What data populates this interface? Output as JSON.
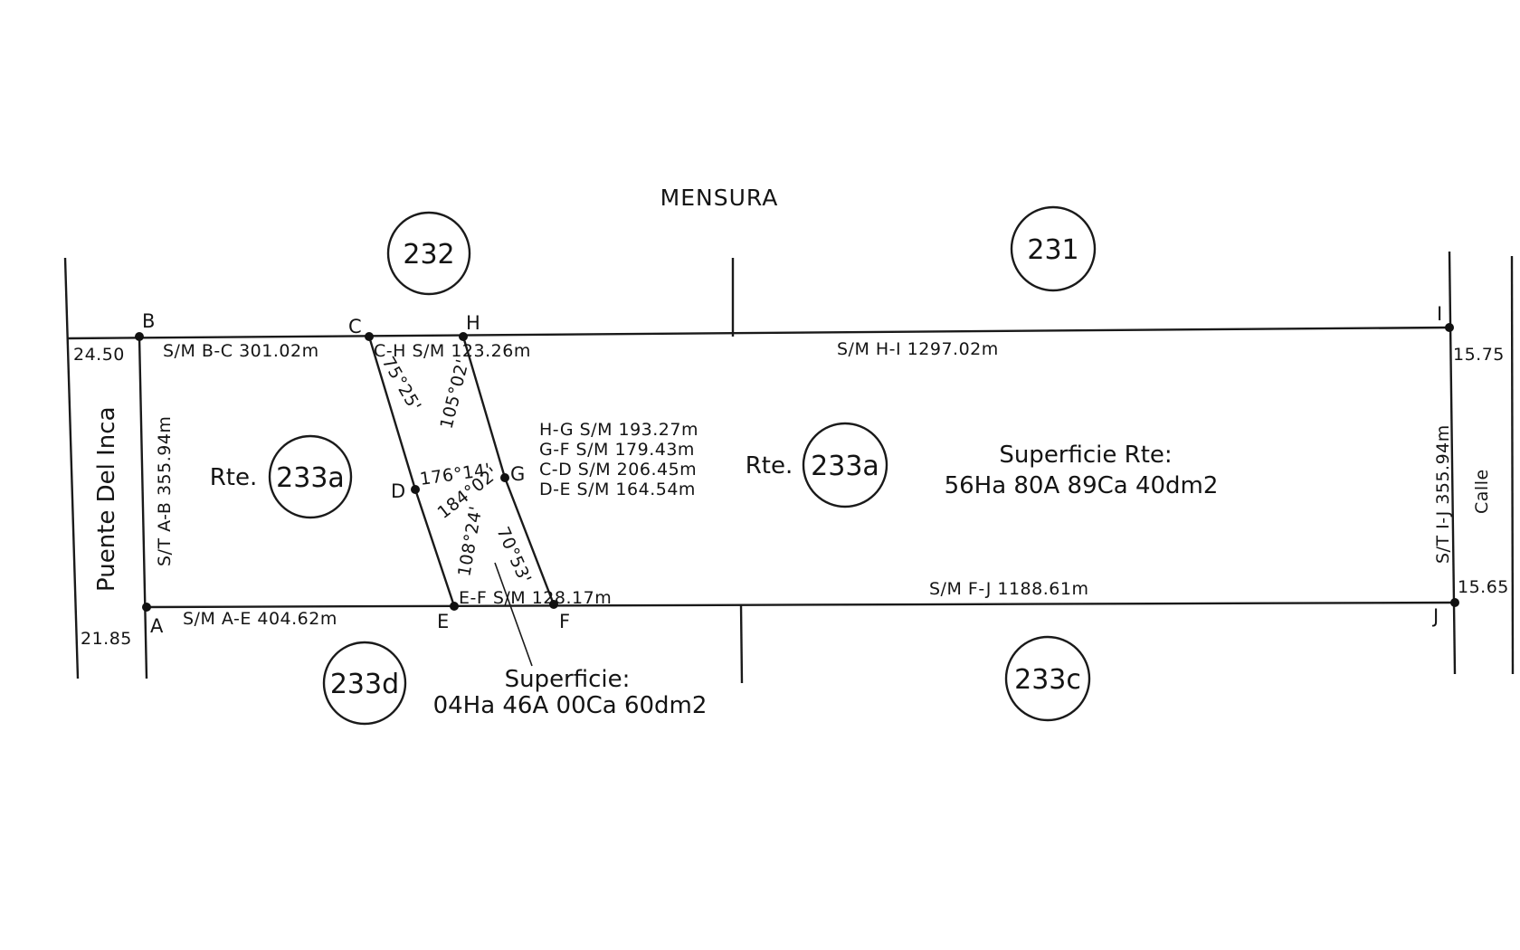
{
  "title": "MENSURA",
  "lots": {
    "n232": "232",
    "n231": "231",
    "rte_left_prefix": "Rte.",
    "rte_left": "233a",
    "rte_right_prefix": "Rte.",
    "rte_right": "233a",
    "n233d": "233d",
    "n233c": "233c"
  },
  "points": {
    "A": "A",
    "B": "B",
    "C": "C",
    "D": "D",
    "E": "E",
    "F": "F",
    "G": "G",
    "H": "H",
    "I": "I",
    "J": "J"
  },
  "measures": {
    "bc": "S/M B-C 301.02m",
    "ch": "C-H S/M 123.26m",
    "hi": "S/M H-I 1297.02m",
    "ab": "S/T A-B 355.94m",
    "ij": "S/T I-J 355.94m",
    "ae": "S/M A-E 404.62m",
    "ef": "E-F S/M 128.17m",
    "fj": "S/M F-J 1188.61m",
    "hg": "H-G S/M 193.27m",
    "gf": "G-F S/M 179.43m",
    "cd": "C-D S/M 206.45m",
    "de": "D-E S/M 164.54m"
  },
  "angles": {
    "c": "75°25'",
    "h": "105°02'",
    "d": "176°14'",
    "g": "184°02'",
    "e": "108°24'",
    "f": "70°53'"
  },
  "widths": {
    "b": "24.50",
    "a": "21.85",
    "i": "15.75",
    "j": "15.65"
  },
  "streets": {
    "left": "Puente Del Inca",
    "right": "Calle"
  },
  "surface_rte": {
    "label": "Superficie Rte:",
    "value": "56Ha 80A 89Ca 40dm2"
  },
  "surface": {
    "label": "Superficie:",
    "value": "04Ha 46A 00Ca 60dm2"
  }
}
